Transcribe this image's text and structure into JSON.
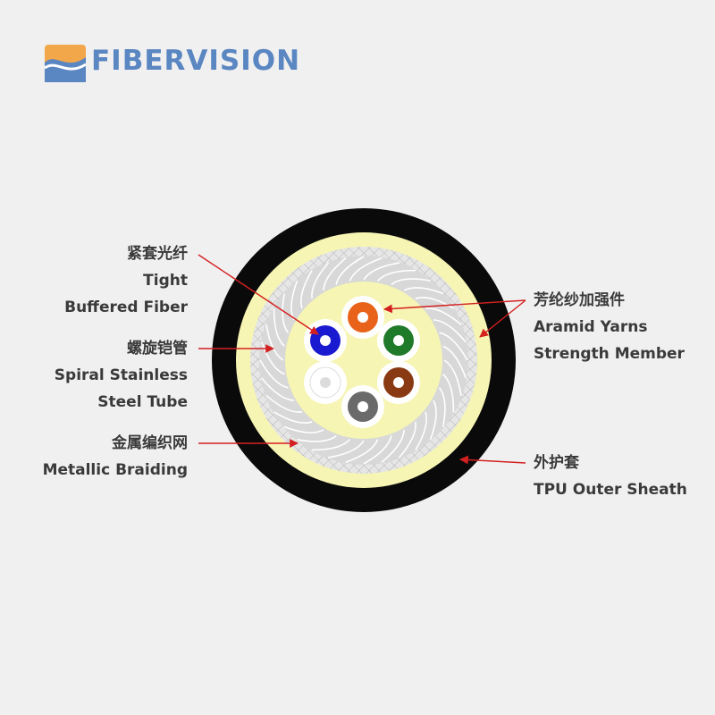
{
  "brand": {
    "name": "FIBERVISION",
    "color": "#5a86c2",
    "logo_icon": "wave-logo-icon"
  },
  "labels": {
    "tight_buffered": {
      "zh": "紧套光纤",
      "en1": "Tight",
      "en2": "Buffered Fiber"
    },
    "spiral_tube": {
      "zh": "螺旋铠管",
      "en1": "Spiral Stainless",
      "en2": "Steel Tube"
    },
    "metallic_braiding": {
      "zh": "金属编织网",
      "en1": "Metallic Braiding"
    },
    "aramid": {
      "zh": "芳纶纱加强件",
      "en1": "Aramid Yarns",
      "en2": "Strength Member"
    },
    "outer_sheath": {
      "zh": "外护套",
      "en1": "TPU Outer Sheath"
    }
  },
  "fiber_colors": [
    "#e8621a",
    "#1f7a2a",
    "#8a3a12",
    "#6a6a6a",
    "#ffffff",
    "#1a1ad0"
  ],
  "colors": {
    "sheath": "#0a0a0a",
    "aramid": "#f6f5b4",
    "braid": "#dcdcdc",
    "core": "#f6f5b4",
    "arrow": "#d42020"
  }
}
